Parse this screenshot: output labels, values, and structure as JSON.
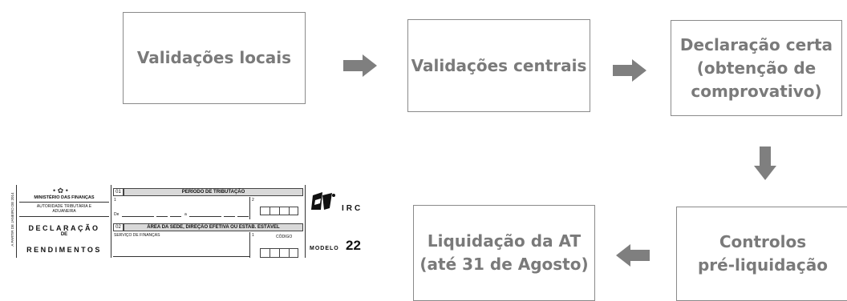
{
  "flow": {
    "step1": "Validações locais",
    "step2": "Validações centrais",
    "step3_line1": "Declaração certa",
    "step3_line2": "(obtenção de",
    "step3_line3": "comprovativo)",
    "step4_line1": "Controlos",
    "step4_line2": "pré-liquidação",
    "step5_line1": "Liquidação da AT",
    "step5_line2": "(até 31 de Agosto)"
  },
  "form": {
    "side_text": "A PARTIR DE JANEIRO DE 2014",
    "ministry": "MINISTÉRIO DAS FINANÇAS",
    "authority_line1": "AUTORIDADE TRIBUTÁRIA E",
    "authority_line2": "ADUANEIRA",
    "declaration_line1": "DECLARAÇÃO",
    "declaration_line2": "DE",
    "declaration_line3": "RENDIMENTOS",
    "section1_num": "01",
    "section1_title": "PERÍODO DE TRIBUTAÇÃO",
    "field1_num": "1",
    "field2_num": "2",
    "date_from": "De",
    "date_to": "a",
    "section2_num": "02",
    "section2_title": "ÁREA DA SEDE, DIREÇÃO EFETIVA OU ESTAB. ESTÁVEL",
    "tax_office": "SERVIÇO DE FINANÇAS",
    "code_field_num": "1",
    "code_label": "CÓDIGO",
    "tax_label": "IRC",
    "model_label": "MODELO",
    "model_number": "22"
  },
  "colors": {
    "box_border": "#8a8a8a",
    "box_text": "#7a7a7a",
    "arrow": "#7f7f7f"
  }
}
